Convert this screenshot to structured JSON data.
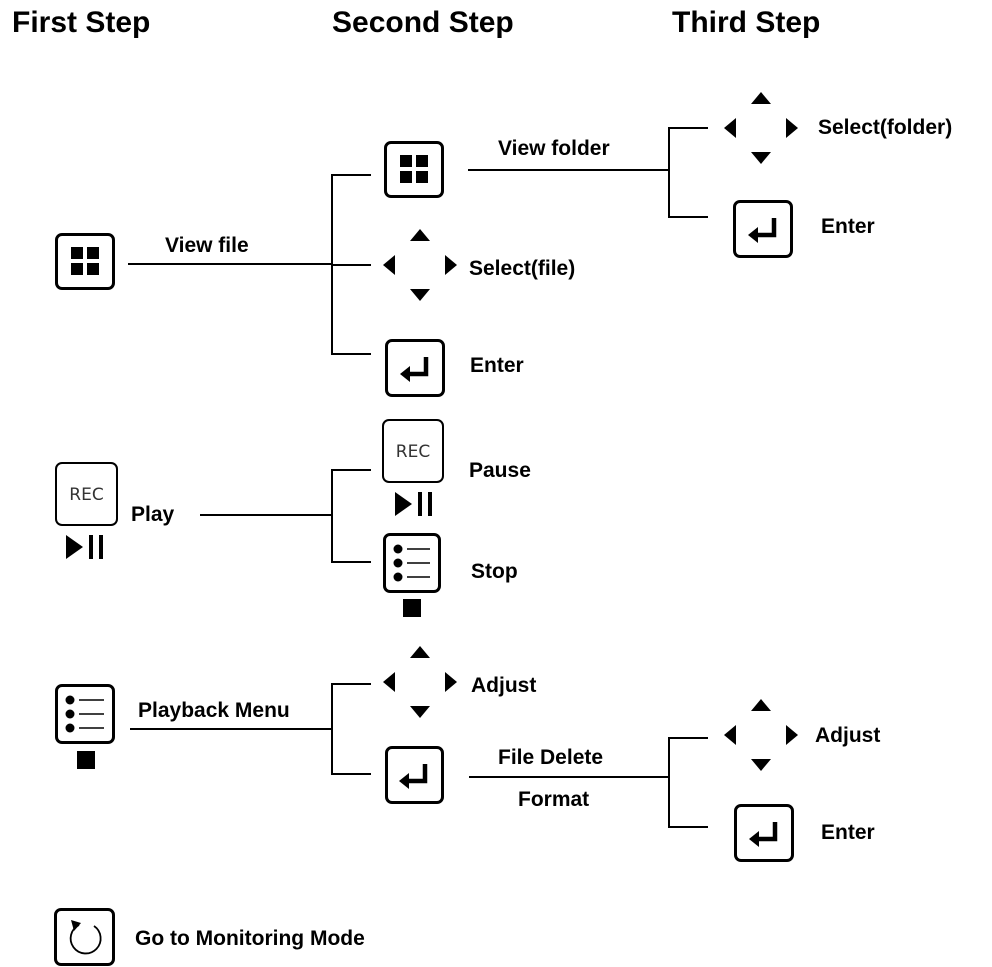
{
  "headers": {
    "first": "First Step",
    "second": "Second Step",
    "third": "Third Step"
  },
  "labels": {
    "view_file": "View file",
    "view_folder": "View folder",
    "select_folder": "Select(folder)",
    "enter_third": "Enter",
    "select_file": "Select(file)",
    "enter_second": "Enter",
    "play": "Play",
    "pause": "Pause",
    "stop": "Stop",
    "playback_menu": "Playback Menu",
    "adjust_second": "Adjust",
    "file_delete": "File Delete",
    "format": "Format",
    "adjust_third": "Adjust",
    "enter_third_2": "Enter",
    "go_monitoring": "Go to Monitoring Mode"
  },
  "icon_text": {
    "rec": "REC"
  }
}
